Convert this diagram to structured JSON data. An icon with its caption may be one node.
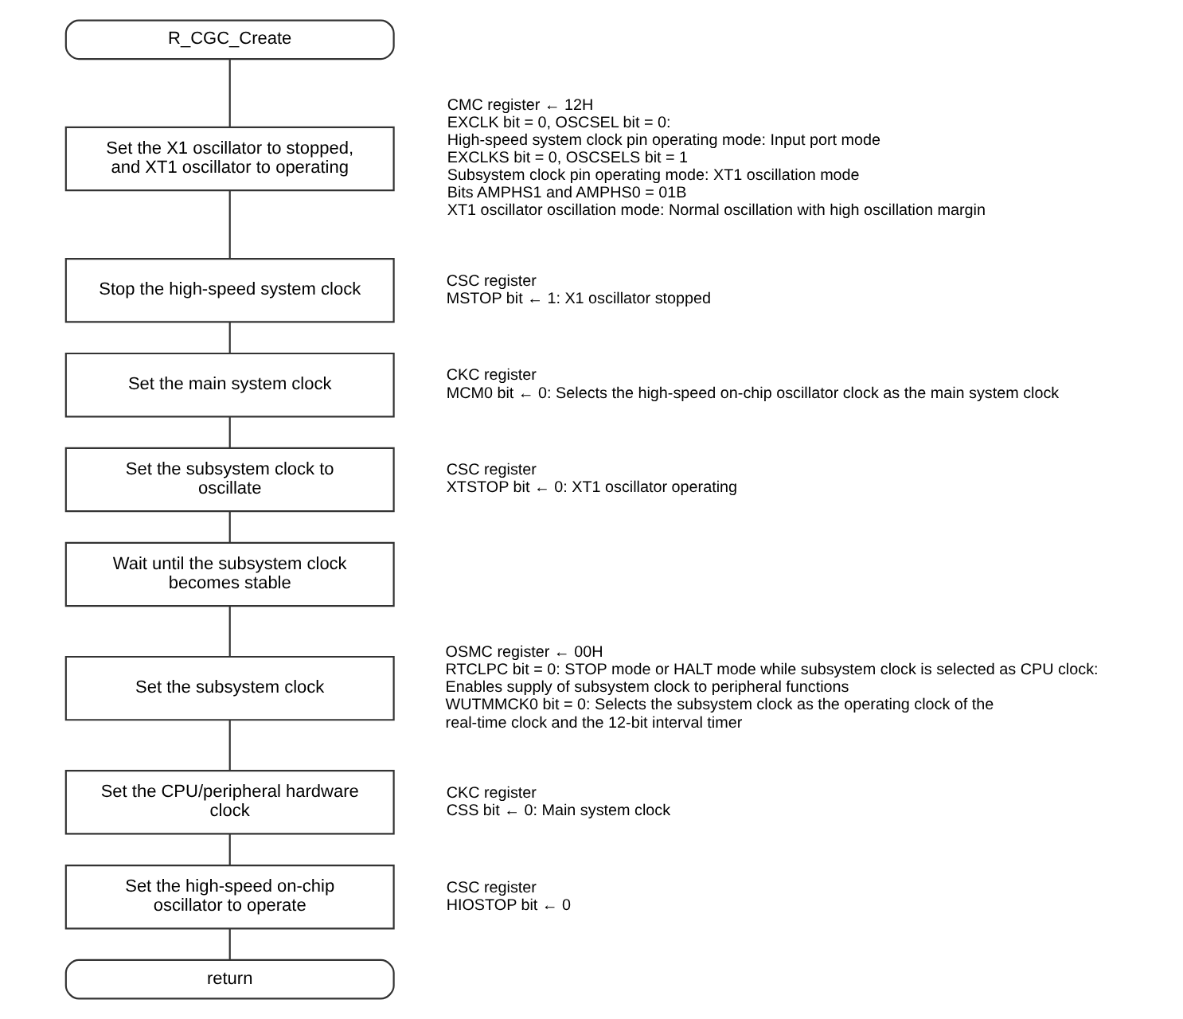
{
  "diagram": {
    "nodes": [
      {
        "text": [
          "R_CGC_Create"
        ]
      },
      {
        "text": [
          "Set the X1 oscillator to stopped, and XT1 oscillator to operating"
        ],
        "beside": [
          "CMC register ← 12H",
          "EXCLK bit = 0, OSCSEL bit = 0:",
          "High-speed system clock pin operating mode: Input port mode",
          "EXCLKS bit = 0, OSCSELS bit = 1",
          "Subsystem clock pin operating mode: XT1 oscillation mode",
          "Bits AMPHS1 and AMPHS0 = 01B",
          "XT1 oscillator oscillation mode: Normal oscillation with high oscillation margin"
        ]
      },
      {
        "text": [
          "Stop the high-speed system clock"
        ],
        "beside": [
          "CSC register",
          "MSTOP bit ← 1: X1 oscillator stopped"
        ]
      },
      {
        "text": [
          "Set the main system clock"
        ],
        "beside": [
          "CKC register",
          "MCM0 bit ← 0: Selects the high-speed on-chip oscillator clock as the main system clock"
        ]
      },
      {
        "text": [
          "Set the subsystem clock to oscillate"
        ],
        "beside": [
          "CSC register",
          "XTSTOP bit ← 0: XT1 oscillator operating"
        ]
      },
      {
        "text": [
          "Wait until the subsystem clock becomes stable"
        ]
      },
      {
        "text": [
          "Set the subsystem clock"
        ],
        "beside": [
          "OSMC register ← 00H",
          "RTCLPC bit = 0: STOP mode or HALT mode while subsystem clock is selected as CPU clock:",
          "Enables supply of subsystem clock to peripheral functions",
          "WUTMMCK0 bit = 0: Selects the subsystem clock as the operating clock of the",
          "real-time clock and the 12-bit interval timer"
        ]
      },
      {
        "text": [
          "Set the CPU/peripheral hardware clock"
        ],
        "beside": [
          "CKC register",
          "CSS bit ← 0: Main system clock"
        ]
      },
      {
        "text": [
          "Set the high-speed on-chip oscillator to operate"
        ],
        "beside": [
          "CSC register",
          "HIOSTOP bit ← 0"
        ]
      },
      {
        "text": [
          "return"
        ]
      }
    ],
    "edges": [
      {
        "from": 0,
        "to": 1,
        "arrow": "none"
      },
      {
        "from": 1,
        "to": 2,
        "arrow": "none"
      },
      {
        "from": 2,
        "to": 3,
        "arrow": "none"
      },
      {
        "from": 3,
        "to": 4,
        "arrow": "none"
      },
      {
        "from": 4,
        "to": 5,
        "arrow": "none"
      },
      {
        "from": 5,
        "to": 6,
        "arrow": "none"
      },
      {
        "from": 6,
        "to": 7,
        "arrow": "none"
      },
      {
        "from": 7,
        "to": 8,
        "arrow": "none"
      },
      {
        "from": 8,
        "to": 9,
        "arrow": "none"
      }
    ]
  }
}
